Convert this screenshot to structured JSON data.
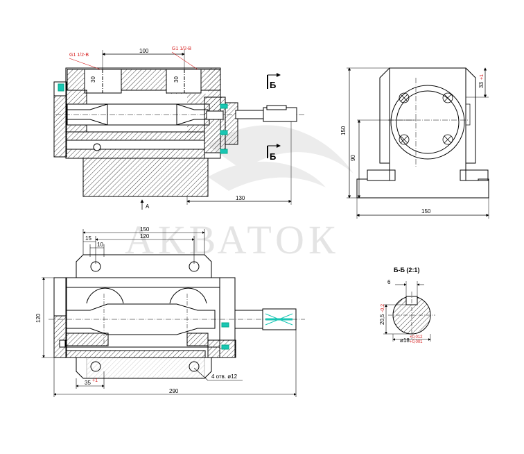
{
  "watermark": "АКВАТОК",
  "colors": {
    "line": "#000000",
    "hatch": "#444444",
    "accent_red": "#d61c1c",
    "accent_cyan": "#19c6b4",
    "watermark": "#e4e4e4"
  },
  "front_view": {
    "port_left": "G1 1/2-B",
    "port_right": "G1 1/2-B",
    "dim_top": "100",
    "dim_port_left": "30",
    "dim_port_right": "30",
    "dim_bottom": "130",
    "view_arrow": "A",
    "section_mark_top": "Б",
    "section_mark_bottom": "Б"
  },
  "side_view": {
    "dim_height": "150",
    "dim_axis": "90",
    "dim_width": "150",
    "dim_tol_base": "33",
    "dim_tol_sup": "+1"
  },
  "plan_view": {
    "dim_150": "150",
    "dim_120_top": "120",
    "dim_15": "15",
    "dim_10": "10",
    "dim_120_left": "120",
    "dim_35_base": "35",
    "dim_35_sup": "+1",
    "holes_note": "4 отв. ø12",
    "dim_290": "290"
  },
  "section_bb": {
    "title": "Б-Б (2:1)",
    "dim_key": "6",
    "dim_height_base": "20,5",
    "dim_height_tol": "-0,2",
    "dim_dia_base": "ø18",
    "dim_dia_tol_up": "+0,012",
    "dim_dia_tol_low": "+0,001"
  }
}
